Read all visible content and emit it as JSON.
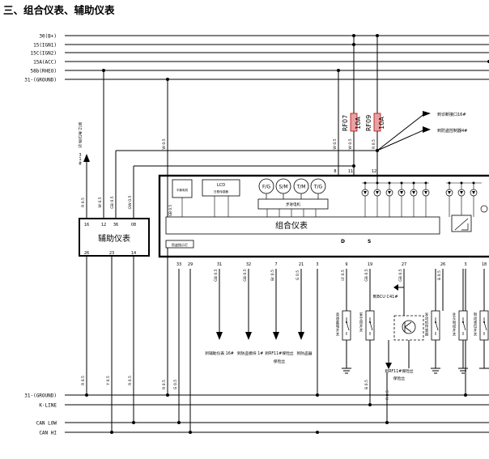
{
  "title": "三、组合仪表、辅助仪表",
  "colors": {
    "line": "#000000",
    "fuse_fill": "#e9a0a0",
    "fuse_stroke": "#b01010"
  },
  "rails_top": [
    {
      "label": "30(B+)"
    },
    {
      "label": "15(IGN1)"
    },
    {
      "label": "15C(IGN2)"
    },
    {
      "label": "15A(ACC)"
    },
    {
      "label": "58b(RHEO)"
    },
    {
      "label": "31-(GROUND)"
    }
  ],
  "rails_bottom": [
    {
      "label": "31-(GROUND)"
    },
    {
      "label": "K-LINE"
    },
    {
      "label": "CAN LOW"
    },
    {
      "label": "CAN HI"
    }
  ],
  "fuses": [
    {
      "id": "RF07",
      "rating": "10A"
    },
    {
      "id": "RF09",
      "rating": "10A"
    }
  ],
  "right_refs": [
    {
      "label": "到诊断接口16#"
    },
    {
      "label": "到防盗控制器4#"
    }
  ],
  "left_ref": "到行驶记录仪 31#",
  "aux_cluster": {
    "label": "辅助仪表",
    "pins_top": [
      "16",
      "12",
      "36",
      "08"
    ],
    "pins_bottom": [
      "26",
      "23",
      "14"
    ]
  },
  "main_cluster": {
    "label": "组合仪表",
    "pins_top": [
      "8",
      "11",
      "12"
    ],
    "pins_bottom": [
      "33",
      "29",
      "31",
      "32",
      "7",
      "21",
      "3",
      "9",
      "19",
      "27",
      "26",
      "3",
      "18"
    ],
    "gauges": [
      "F/G",
      "S/M",
      "T/M",
      "T/G"
    ],
    "gauge_caption": "步进电机",
    "small_box": "平衡电机",
    "led_box": "日照传感器",
    "led_caption": "LCD",
    "lcd_box": "防盗指示灯",
    "connector_left": "D",
    "connector_right": "S"
  },
  "wire_codes": {
    "aux_top": [
      "R 0.5",
      "W 0.5",
      "GB 0.5",
      "GW 0.5",
      "W 0.5"
    ],
    "feed": [
      "W 0.5",
      "W 0.5",
      "R 0.5"
    ],
    "cluster_top": "GB 0.5",
    "cluster_bottom": [
      "GB 0.5",
      "GB 0.5",
      "Br 0.5",
      "G 0.5",
      "LY 0.5",
      "GB 0.5",
      "GB 0.5",
      "B 0.5"
    ],
    "bottom": [
      "R 0.5",
      "Y 0.5",
      "R 0.5",
      "G 0.5",
      "B 0.5"
    ]
  },
  "bottom_refs": [
    "到辅助仪表 16#",
    "到防盗模块 1#",
    "到RF11#保险丝",
    "到防盗器"
  ],
  "bcu_ref": "到BCU C41#",
  "rf11_ref": "到RF11#保险丝",
  "switches": [
    "高速蓄电开关",
    "安全带开关",
    "发动机传感器",
    "驻车制动开关",
    "制动液位开关"
  ]
}
